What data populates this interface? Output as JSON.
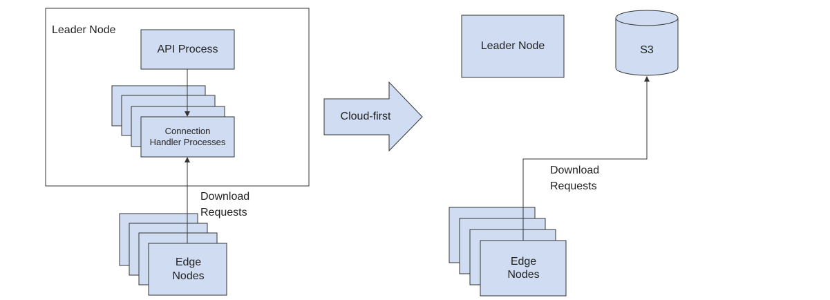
{
  "left": {
    "leader_node_label": "Leader Node",
    "api_process_label": "API Process",
    "connection_handler_label": "Connection Handler Processes",
    "download_requests_label": "Download Requests",
    "edge_nodes_label": "Edge Nodes"
  },
  "transition": {
    "arrow_label": "Cloud-first"
  },
  "right": {
    "leader_node_label": "Leader Node",
    "storage_label": "S3",
    "download_requests_label": "Download Requests",
    "edge_nodes_label": "Edge Nodes"
  },
  "colors": {
    "box_fill": "#cfdcf2",
    "stroke": "#333333",
    "background": "#ffffff"
  }
}
